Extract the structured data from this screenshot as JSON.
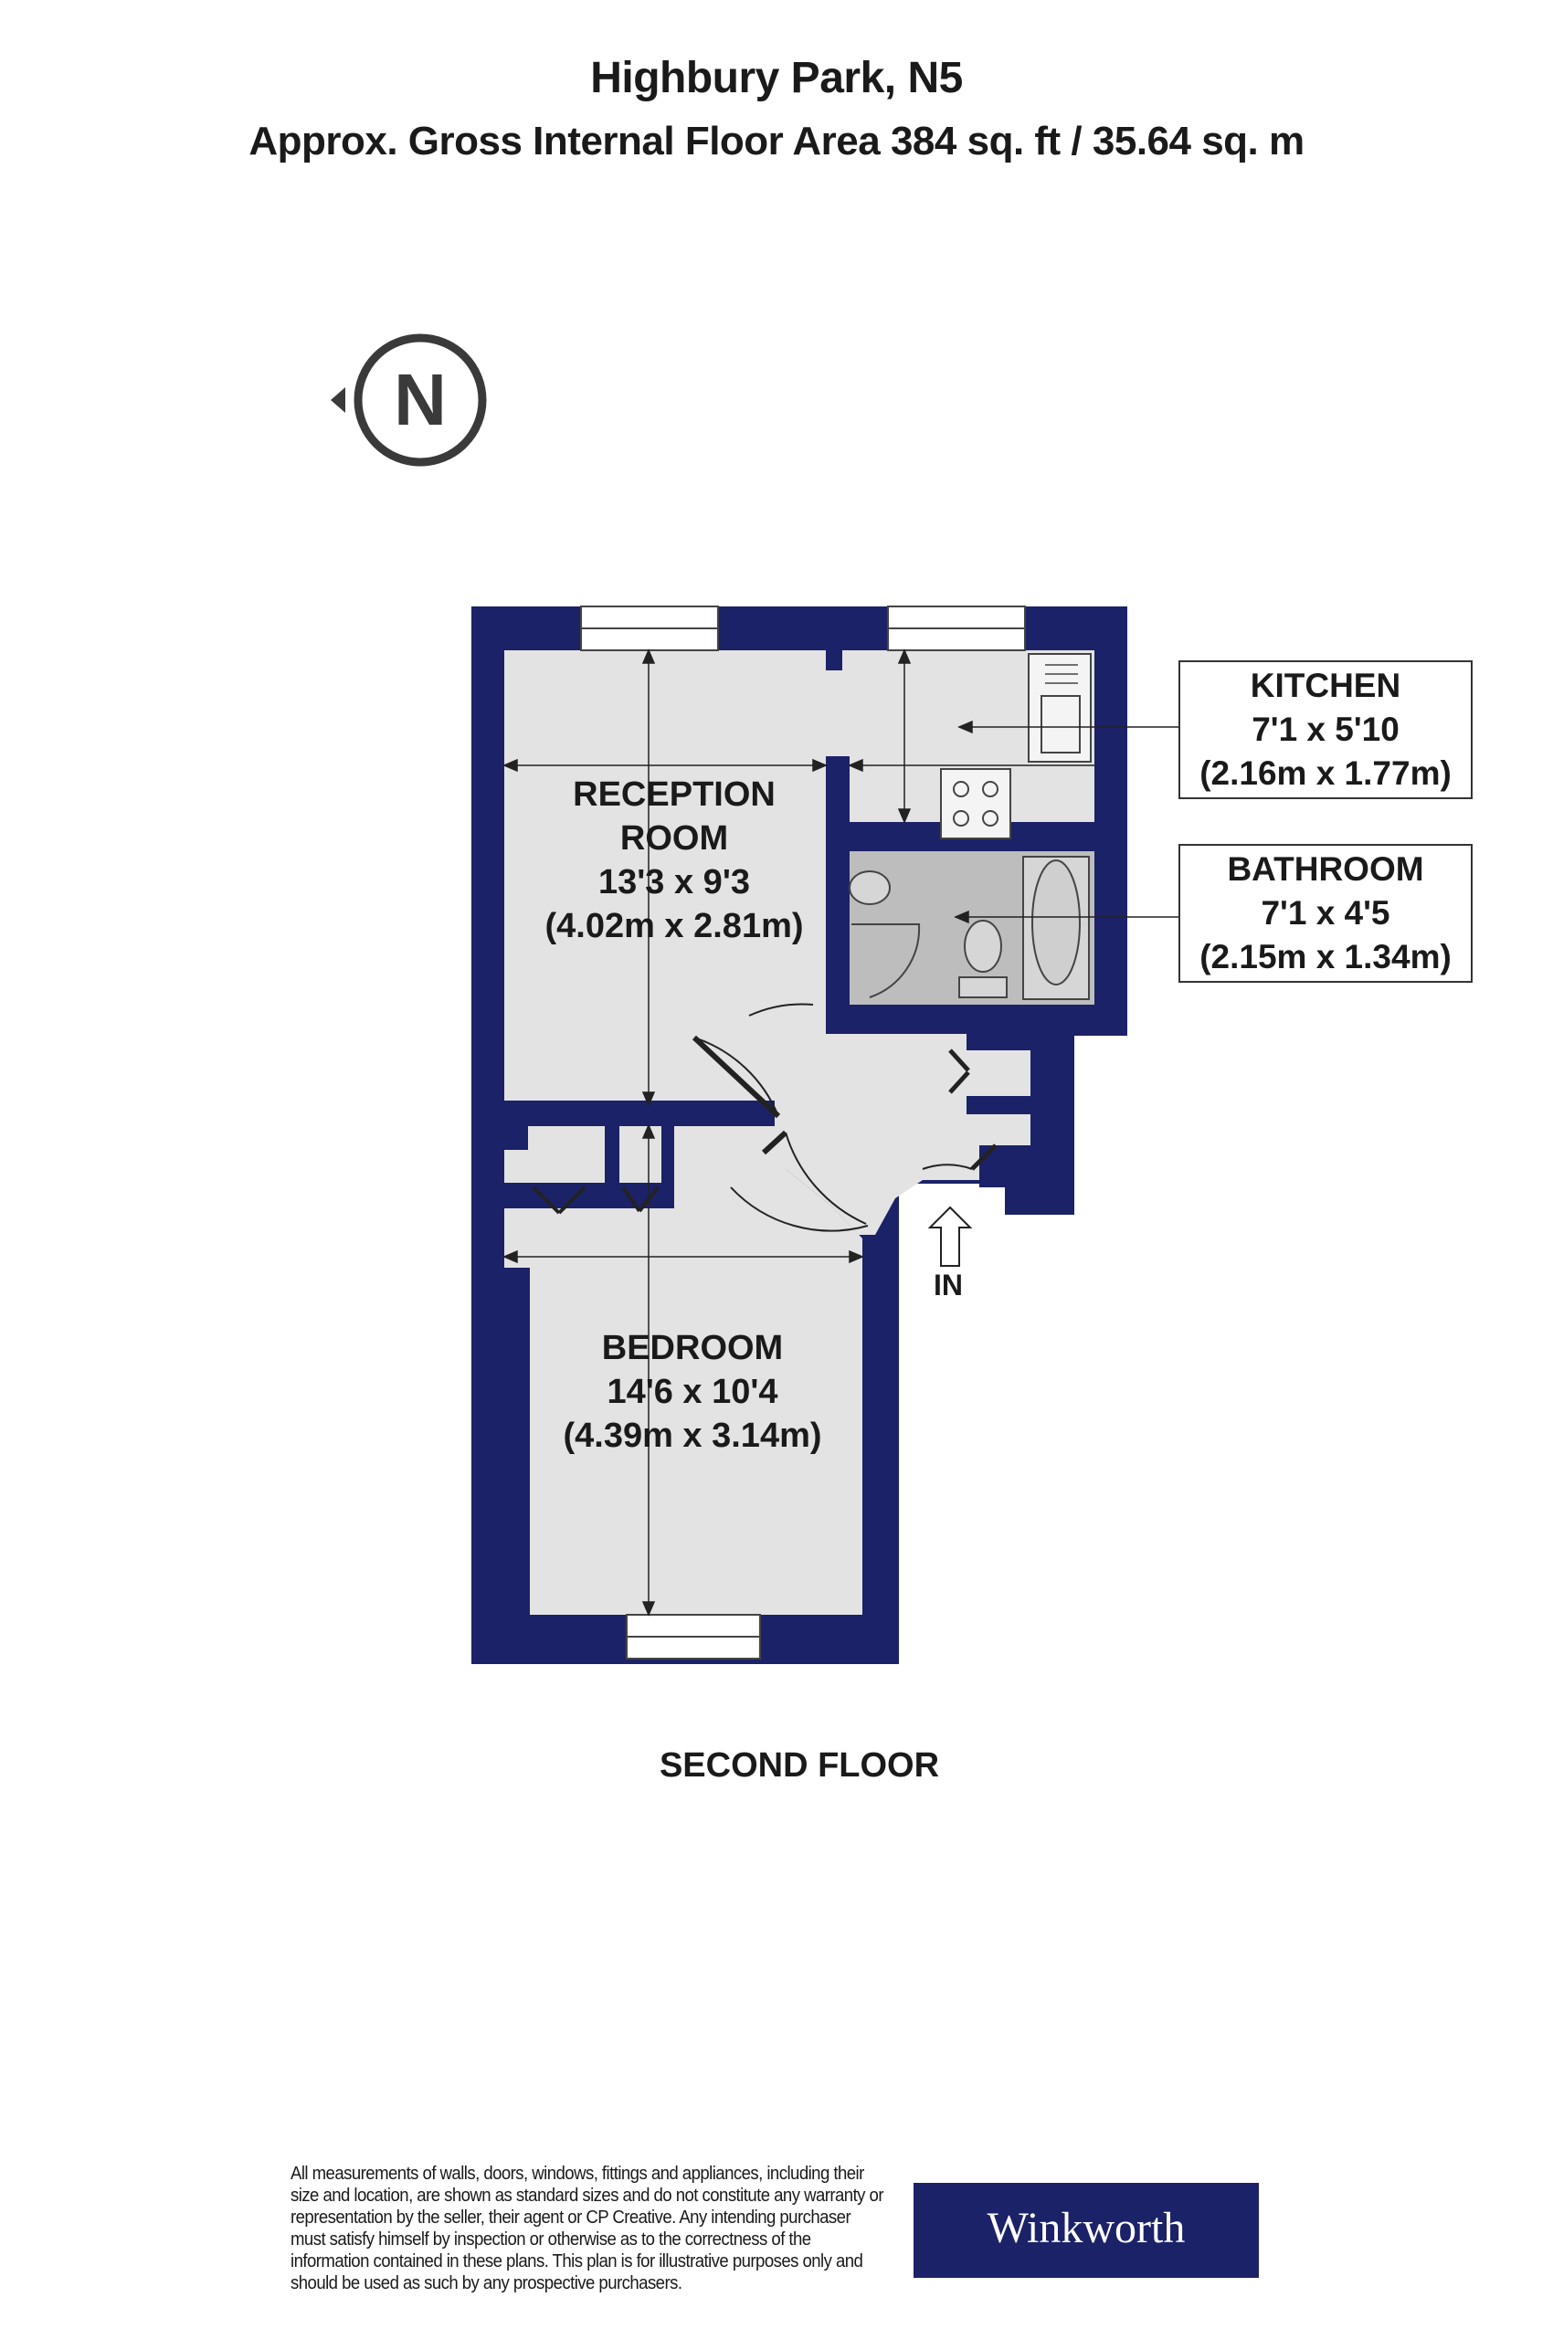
{
  "header": {
    "title": "Highbury Park, N5",
    "subtitle": "Approx. Gross Internal Floor Area 384 sq. ft / 35.64 sq. m"
  },
  "compass": {
    "letter": "N"
  },
  "rooms": {
    "reception": {
      "name_line1": "RECEPTION",
      "name_line2": "ROOM",
      "imperial": "13'3 x 9'3",
      "metric": "(4.02m x 2.81m)"
    },
    "bedroom": {
      "name": "BEDROOM",
      "imperial": "14'6 x 10'4",
      "metric": "(4.39m x 3.14m)"
    },
    "kitchen": {
      "name": "KITCHEN",
      "imperial": "7'1 x 5'10",
      "metric": "(2.16m x 1.77m)"
    },
    "bathroom": {
      "name": "BATHROOM",
      "imperial": "7'1 x 4'5",
      "metric": "(2.15m x 1.34m)"
    }
  },
  "entrance_label": "IN",
  "floor_name": "SECOND FLOOR",
  "disclaimer": "All measurements of walls, doors, windows, fittings and appliances, including their size and location, are shown as standard sizes and do not constitute any warranty or representation by the seller, their agent or CP Creative. Any intending purchaser must satisfy himself by inspection or otherwise as to the correctness of the information contained in these plans. This plan is for illustrative purposes only and should be used as such by any prospective purchasers.",
  "brand": "Winkworth",
  "colors": {
    "wall": "#1b2268",
    "floor": "#e3e3e3",
    "bathroom_floor": "#bdbdbd",
    "brand_bg": "#1b2268"
  }
}
